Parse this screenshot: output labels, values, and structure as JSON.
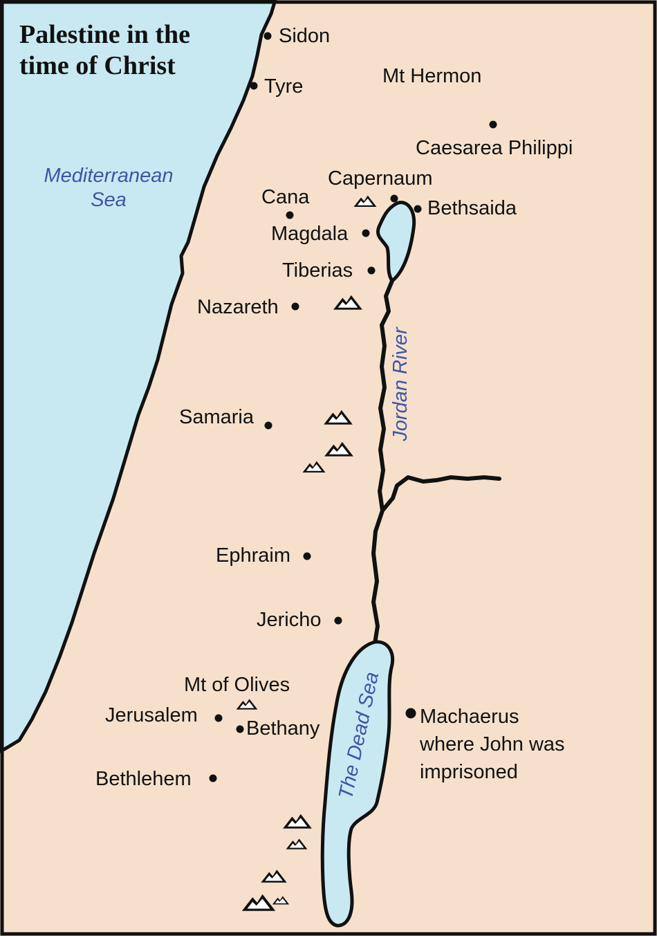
{
  "map": {
    "title_line1": "Palestine in the",
    "title_line2": "time of Christ",
    "colors": {
      "land": "#f6e0cc",
      "water": "#c8e9f2",
      "outline": "#111111",
      "water_label": "#3f55a5",
      "label": "#111111"
    },
    "water_labels": {
      "sea_line1": "Mediterranean",
      "sea_line2": "Sea",
      "river": "Jordan River",
      "dead_sea": "The Dead Sea"
    },
    "places": {
      "sidon": "Sidon",
      "tyre": "Tyre",
      "mt_hermon": "Mt Hermon",
      "caesarea_philippi": "Caesarea Philippi",
      "capernaum": "Capernaum",
      "cana": "Cana",
      "bethsaida": "Bethsaida",
      "magdala": "Magdala",
      "tiberias": "Tiberias",
      "nazareth": "Nazareth",
      "samaria": "Samaria",
      "ephraim": "Ephraim",
      "jericho": "Jericho",
      "mt_of_olives": "Mt of Olives",
      "jerusalem": "Jerusalem",
      "bethany": "Bethany",
      "bethlehem": "Bethlehem",
      "machaerus_line1": "Machaerus",
      "machaerus_line2": "where John was",
      "machaerus_line3": "imprisoned"
    },
    "icons": {
      "city": "city-dot-icon",
      "mountain": "mountain-icon"
    }
  }
}
